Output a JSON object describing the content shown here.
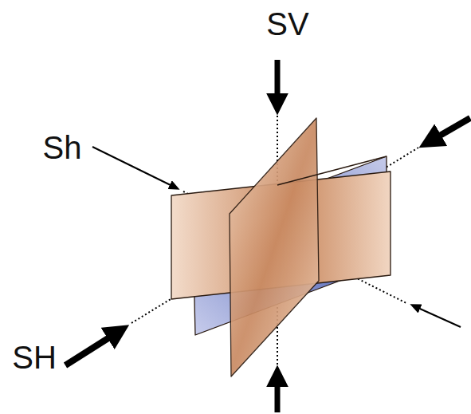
{
  "diagram": {
    "labels": [
      "SV",
      "Sh",
      "SH"
    ]
  }
}
